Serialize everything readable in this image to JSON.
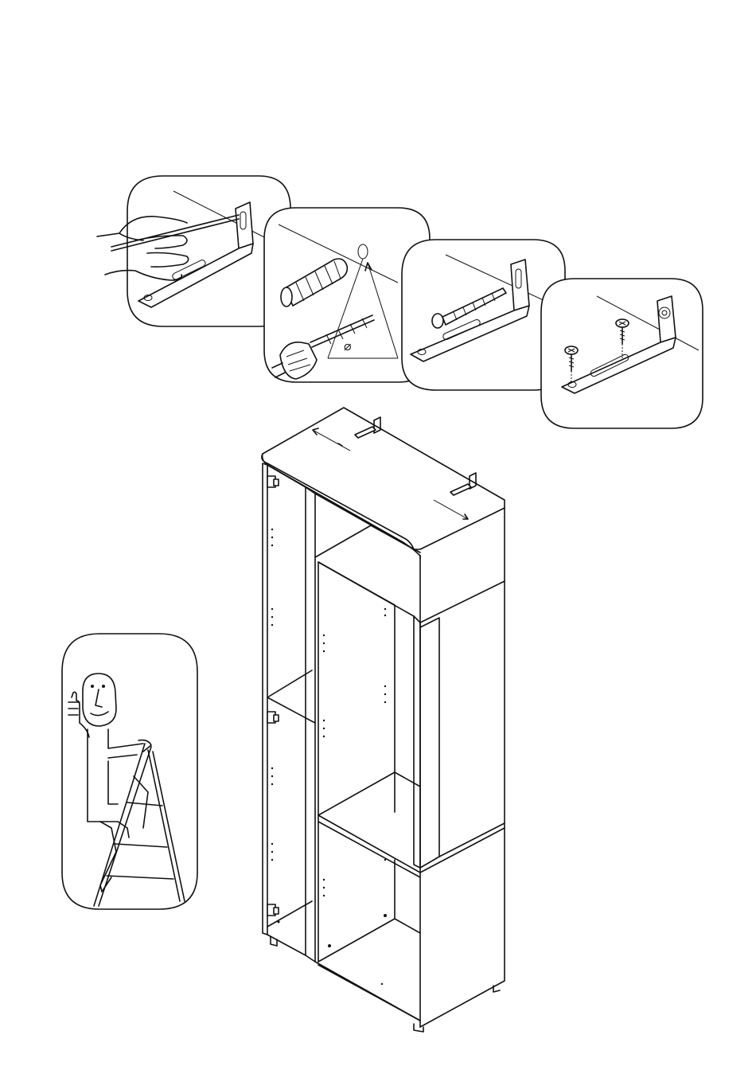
{
  "steps": [
    {
      "id": "mark-hole",
      "icon": "pencil-mark-icon"
    },
    {
      "id": "drill-and-dowel",
      "icon": "drill-icon"
    },
    {
      "id": "fix-bracket-wall",
      "icon": "wall-screw-icon"
    },
    {
      "id": "fix-bracket-cabinet",
      "icon": "cabinet-screw-icon"
    }
  ],
  "figures": {
    "cabinet": "cabinet-illustration",
    "helper": "person-on-stepladder"
  },
  "labels": {
    "diameter_symbol": "⌀"
  }
}
